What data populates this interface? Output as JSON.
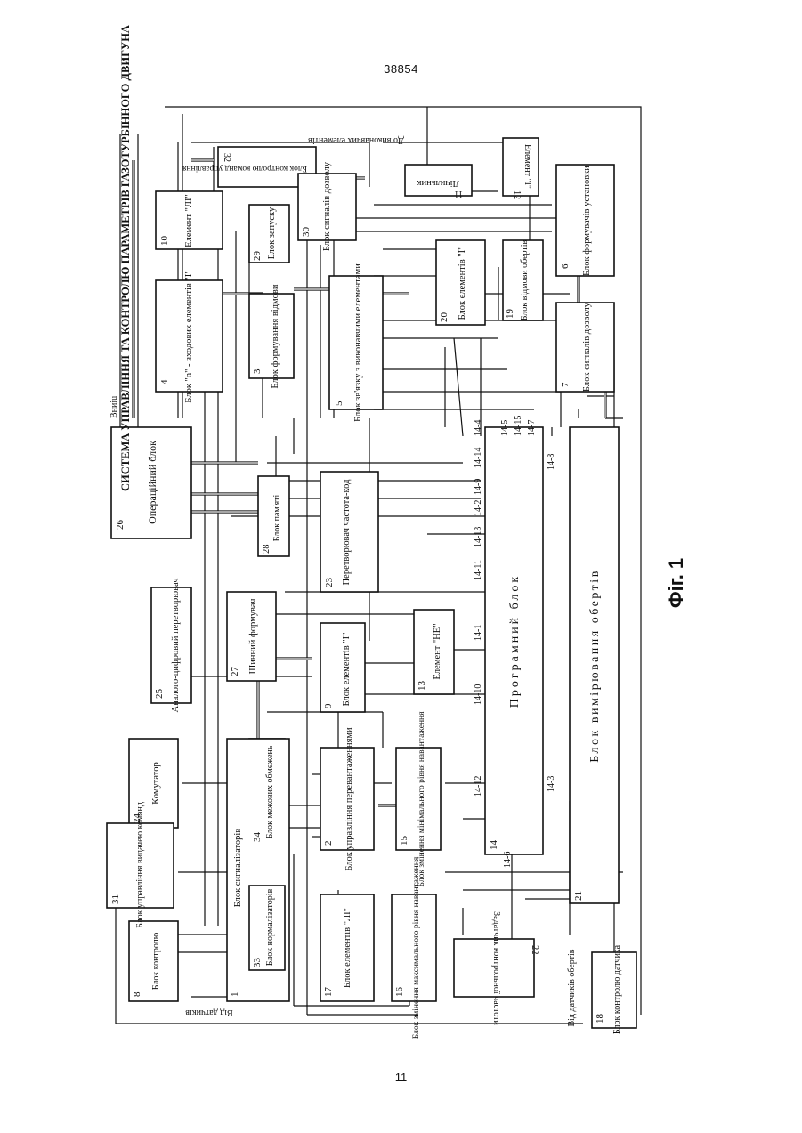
{
  "page_number_top": "38854",
  "page_number_bottom": "11",
  "figure_caption": "Фіг. 1",
  "system_title": "СИСТЕМА УПРАВЛІННЯ ТА КОНТРОЛЮ ПАРАМЕТРІВ ГАЗОТУРБІННОГО ДВИГУНА",
  "io_labels": {
    "vniiu": "Вниiu",
    "to_actuators": "До виконавчих елементів",
    "from_sensors": "Від датчиків",
    "from_speed_sensors": "Від датчиків обертів"
  },
  "blocks": [
    {
      "id": "b26",
      "num": "26",
      "label": "Операційний блок"
    },
    {
      "id": "b4",
      "num": "4",
      "label": "Блок \"n\" - входових елементів \"І\""
    },
    {
      "id": "b10",
      "num": "10",
      "label": "Елемент \"ЛІ\""
    },
    {
      "id": "b32",
      "num": "32",
      "label": "Блок контролю команд управління"
    },
    {
      "id": "b3",
      "num": "3",
      "label": "Блок формування відмови"
    },
    {
      "id": "b29",
      "num": "29",
      "label": "Блок запуску"
    },
    {
      "id": "b30",
      "num": "30",
      "label": "Блок сигналів дозволу"
    },
    {
      "id": "b5",
      "num": "5",
      "label": "Блок зв'язку з виконавчими елементами"
    },
    {
      "id": "b11",
      "num": "11",
      "label": "Лічильник"
    },
    {
      "id": "b12",
      "num": "12",
      "label": "Елемент \"І\""
    },
    {
      "id": "b20",
      "num": "20",
      "label": "Блок елементів \"І\""
    },
    {
      "id": "b19",
      "num": "19",
      "label": "Блок відмови обертів"
    },
    {
      "id": "b6",
      "num": "6",
      "label": "Блок формувачів установки"
    },
    {
      "id": "b7",
      "num": "7",
      "label": "Блок сигналів дозволу"
    },
    {
      "id": "b28",
      "num": "28",
      "label": "Блок пам'яті"
    },
    {
      "id": "b23",
      "num": "23",
      "label": "Перетворювач частота-код"
    },
    {
      "id": "b25",
      "num": "25",
      "label": "Аналого-цифровий перетворювач"
    },
    {
      "id": "b27",
      "num": "27",
      "label": "Шинний формувач"
    },
    {
      "id": "b9",
      "num": "9",
      "label": "Блок елементів \"І\""
    },
    {
      "id": "b13",
      "num": "13",
      "label": "Елемент \"НЕ\""
    },
    {
      "id": "b24",
      "num": "24",
      "label": "Комутатор"
    },
    {
      "id": "b34",
      "num": "34",
      "label": "Блок межових обмежень"
    },
    {
      "id": "b2",
      "num": "2",
      "label": "Блок управління перевантаженнями"
    },
    {
      "id": "b15",
      "num": "15",
      "label": "Блок змінення мінімального рівня навантаження"
    },
    {
      "id": "b31",
      "num": "31",
      "label": "Блок управління видачею команд"
    },
    {
      "id": "b1",
      "num": "1",
      "label": "Блок сигналізаторів"
    },
    {
      "id": "b33",
      "num": "33",
      "label": "Блок нормалізаторів"
    },
    {
      "id": "b8",
      "num": "8",
      "label": "Блок контролю"
    },
    {
      "id": "b17",
      "num": "17",
      "label": "Блок елементів \"ЛІ\""
    },
    {
      "id": "b16",
      "num": "16",
      "label": "Блок змінення максимального рівня навантаження"
    },
    {
      "id": "b22",
      "num": "22",
      "label": "Задатчик контрольної частоти"
    },
    {
      "id": "b14",
      "num": "14",
      "label": "Програмний блок"
    },
    {
      "id": "b21",
      "num": "21",
      "label": "Блок вимірювання обертів"
    },
    {
      "id": "b18",
      "num": "18",
      "label": "Блок контролю датчика"
    }
  ],
  "program_block_outputs": [
    "14-4",
    "14-14",
    "14-9",
    "14-2",
    "14-13",
    "14-11",
    "14-1",
    "14-10",
    "14-12",
    "14-6",
    "14-5",
    "14-15",
    "14-7",
    "14-8",
    "14-3"
  ]
}
